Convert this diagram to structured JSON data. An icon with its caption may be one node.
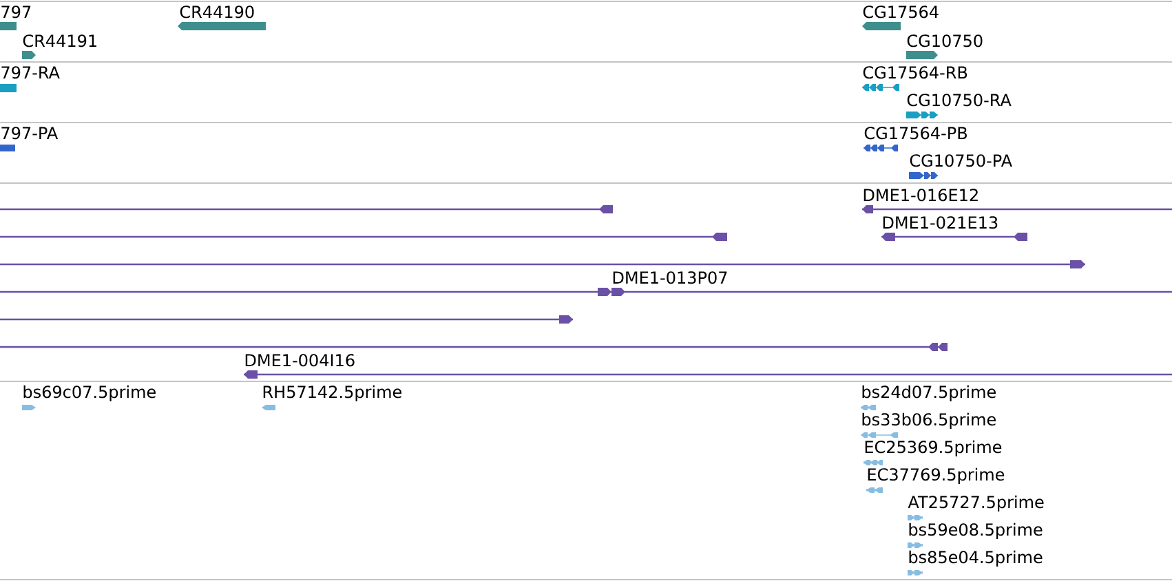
{
  "diagram": {
    "nodes": [
      {
        "text": [
          "797"
        ]
      },
      {
        "text": [
          "CR44190"
        ]
      },
      {
        "text": [
          "CG17564"
        ]
      },
      {
        "text": [
          "CR44191"
        ]
      },
      {
        "text": [
          "CG10750"
        ]
      },
      {
        "text": [
          "797-RA"
        ]
      },
      {
        "text": [
          "CG17564-RB"
        ]
      },
      {
        "text": [
          "CG10750-RA"
        ]
      },
      {
        "text": [
          "797-PA"
        ]
      },
      {
        "text": [
          "CG17564-PB"
        ]
      },
      {
        "text": [
          "CG10750-PA"
        ]
      },
      {
        "text": [],
        "shape": "line"
      },
      {
        "text": [
          "DME1-016E12"
        ]
      },
      {
        "text": [],
        "shape": "line"
      },
      {
        "text": [
          "DME1-021E13"
        ]
      },
      {
        "text": [],
        "shape": "line"
      },
      {
        "text": [
          "DME1-013P07"
        ]
      },
      {
        "text": [],
        "shape": "line"
      },
      {
        "text": [],
        "shape": "line"
      },
      {
        "text": [
          "DME1-004I16"
        ]
      },
      {
        "text": [
          "bs69c07.5prime"
        ]
      },
      {
        "text": [
          "RH57142.5prime"
        ]
      },
      {
        "text": [
          "bs24d07.5prime"
        ]
      },
      {
        "text": [
          "bs33b06.5prime"
        ]
      },
      {
        "text": [
          "EC25369.5prime"
        ]
      },
      {
        "text": [
          "EC37769.5prime"
        ]
      },
      {
        "text": [
          "AT25727.5prime"
        ]
      },
      {
        "text": [
          "bs59e08.5prime"
        ]
      },
      {
        "text": [
          "bs85e04.5prime"
        ]
      }
    ]
  }
}
